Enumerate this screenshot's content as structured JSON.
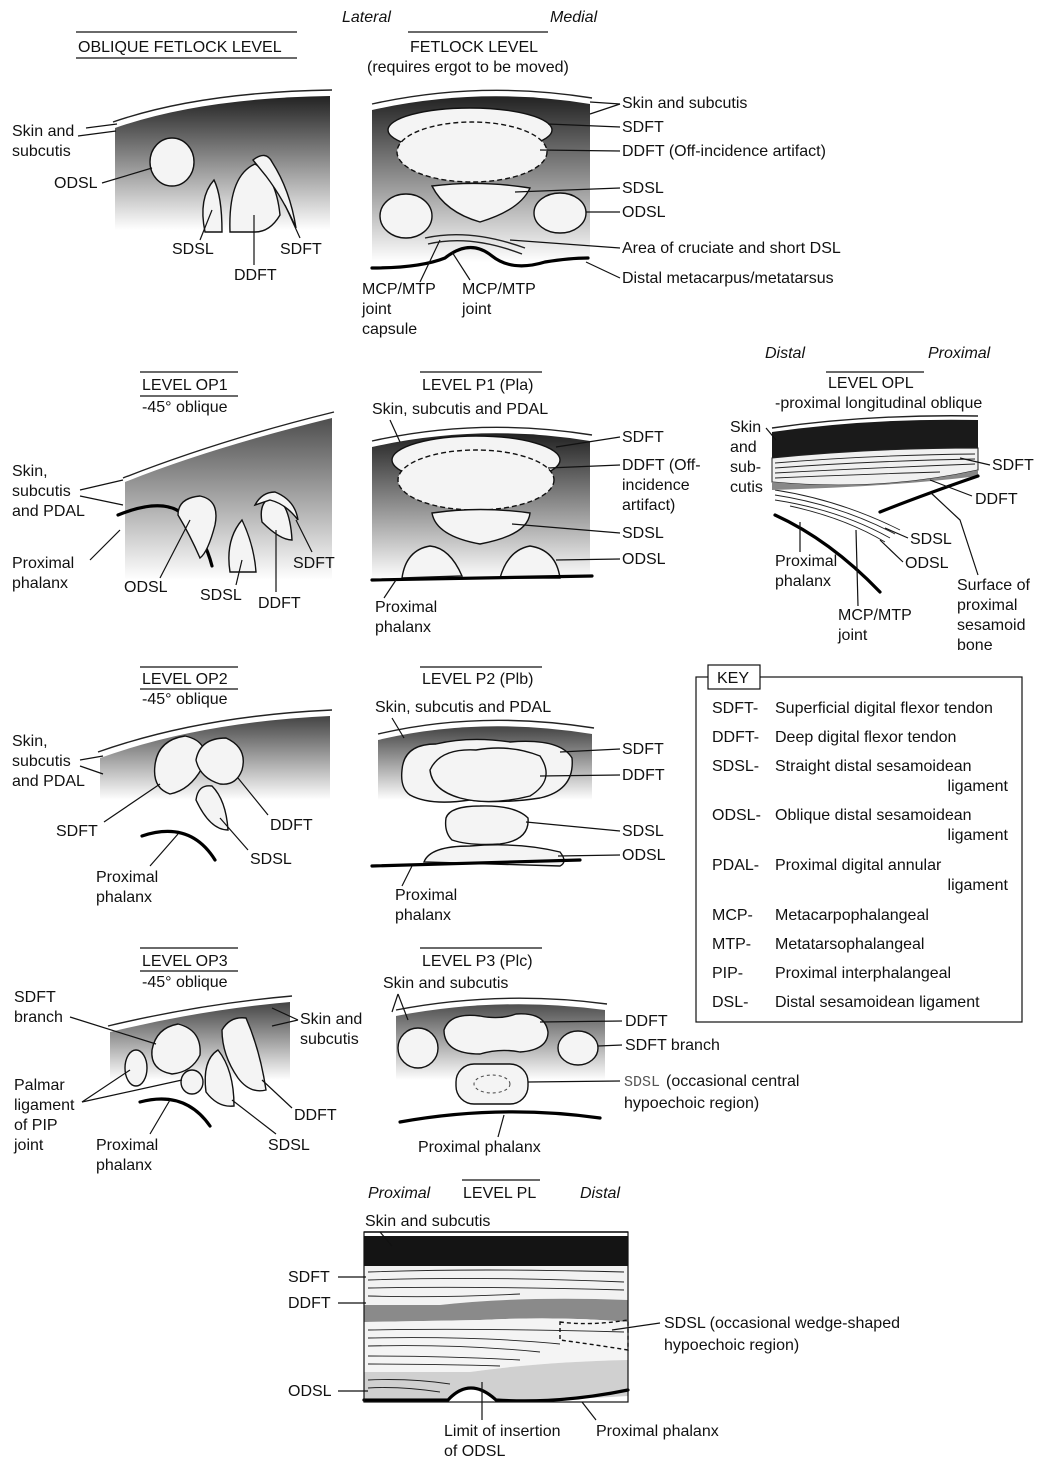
{
  "orientation": {
    "lateral": "Lateral",
    "medial": "Medial",
    "distal": "Distal",
    "proximal": "Proximal",
    "proximal2": "Proximal",
    "distal2": "Distal"
  },
  "panels": {
    "oblique_fetlock": {
      "title": "OBLIQUE FETLOCK LEVEL",
      "labels": {
        "skin1": "Skin and",
        "skin2": "subcutis",
        "odsl": "ODSL",
        "sdsl": "SDSL",
        "ddft": "DDFT",
        "sdft": "SDFT"
      }
    },
    "fetlock": {
      "title": "FETLOCK LEVEL",
      "subtitle": "(requires ergot to be moved)",
      "labels": {
        "skin": "Skin and subcutis",
        "sdft": "SDFT",
        "ddft": "DDFT (Off-incidence artifact)",
        "sdsl": "SDSL",
        "odsl": "ODSL",
        "cruciate": "Area of cruciate and short DSL",
        "distal_meta": "Distal metacarpus/metatarsus",
        "cap1": "MCP/MTP",
        "cap2": "joint",
        "cap3": "capsule",
        "joint1": "MCP/MTP",
        "joint2": "joint"
      }
    },
    "op1": {
      "title": "LEVEL OP1",
      "subtitle": "-45° oblique",
      "labels": {
        "skin1": "Skin,",
        "skin2": "subcutis",
        "skin3": "and PDAL",
        "prox1": "Proximal",
        "prox2": "phalanx",
        "odsl": "ODSL",
        "sdsl": "SDSL",
        "ddft": "DDFT",
        "sdft": "SDFT"
      }
    },
    "p1": {
      "title": "LEVEL P1 (Pla)",
      "labels": {
        "skin": "Skin, subcutis and PDAL",
        "sdft": "SDFT",
        "ddft1": "DDFT (Off-",
        "ddft2": "incidence",
        "ddft3": "artifact)",
        "sdsl": "SDSL",
        "odsl": "ODSL",
        "prox1": "Proximal",
        "prox2": "phalanx"
      }
    },
    "opl": {
      "title": "LEVEL OPL",
      "subtitle": "-proximal longitudinal oblique",
      "labels": {
        "skin1": "Skin",
        "skin2": "and",
        "skin3": "sub-",
        "skin4": "cutis",
        "sdft": "SDFT",
        "ddft": "DDFT",
        "sdsl": "SDSL",
        "odsl": "ODSL",
        "prox1": "Proximal",
        "prox2": "phalanx",
        "mcp1": "MCP/MTP",
        "mcp2": "joint",
        "surf1": "Surface of",
        "surf2": "proximal",
        "surf3": "sesamoid",
        "surf4": "bone"
      }
    },
    "op2": {
      "title": "LEVEL OP2",
      "subtitle": "-45° oblique",
      "labels": {
        "skin1": "Skin,",
        "skin2": "subcutis",
        "skin3": "and PDAL",
        "sdft": "SDFT",
        "ddft": "DDFT",
        "sdsl": "SDSL",
        "prox1": "Proximal",
        "prox2": "phalanx"
      }
    },
    "p2": {
      "title": "LEVEL P2 (Plb)",
      "labels": {
        "skin": "Skin, subcutis and PDAL",
        "sdft": "SDFT",
        "ddft": "DDFT",
        "sdsl": "SDSL",
        "odsl": "ODSL",
        "prox1": "Proximal",
        "prox2": "phalanx"
      }
    },
    "op3": {
      "title": "LEVEL OP3",
      "subtitle": "-45° oblique",
      "labels": {
        "sdftb1": "SDFT",
        "sdftb2": "branch",
        "skin1": "Skin and",
        "skin2": "subcutis",
        "palm1": "Palmar",
        "palm2": "ligament",
        "palm3": "of PIP",
        "palm4": "joint",
        "prox1": "Proximal",
        "prox2": "phalanx",
        "sdsl": "SDSL",
        "ddft": "DDFT"
      }
    },
    "p3": {
      "title": "LEVEL P3 (Plc)",
      "labels": {
        "skin": "Skin and subcutis",
        "ddft": "DDFT",
        "sdftb": "SDFT branch",
        "sdsl_abbr": "SDSL",
        "sdsl1": "(occasional central",
        "sdsl2": "hypoechoic region)",
        "prox": "Proximal phalanx"
      }
    },
    "pl": {
      "title": "LEVEL PL",
      "labels": {
        "skin": "Skin and subcutis",
        "sdft": "SDFT",
        "ddft": "DDFT",
        "sdsl1": "SDSL (occasional wedge-shaped",
        "sdsl2": "hypoechoic region)",
        "odsl": "ODSL",
        "limit1": "Limit of insertion",
        "limit2": "of ODSL",
        "prox": "Proximal phalanx"
      }
    }
  },
  "key": {
    "title": "KEY",
    "entries": [
      {
        "abbr": "SDFT-",
        "l1": "Superficial digital flexor tendon",
        "l2": ""
      },
      {
        "abbr": "DDFT-",
        "l1": "Deep digital flexor tendon",
        "l2": ""
      },
      {
        "abbr": "SDSL-",
        "l1": "Straight distal sesamoidean",
        "l2": "ligament"
      },
      {
        "abbr": "ODSL-",
        "l1": "Oblique distal sesamoidean",
        "l2": "ligament"
      },
      {
        "abbr": "PDAL-",
        "l1": "Proximal digital annular",
        "l2": "ligament"
      },
      {
        "abbr": "MCP-",
        "l1": "Metacarpophalangeal",
        "l2": ""
      },
      {
        "abbr": "MTP-",
        "l1": "Metatarsophalangeal",
        "l2": ""
      },
      {
        "abbr": "PIP-",
        "l1": "Proximal interphalangeal",
        "l2": ""
      },
      {
        "abbr": "DSL-",
        "l1": "Distal sesamoidean ligament",
        "l2": ""
      }
    ]
  }
}
